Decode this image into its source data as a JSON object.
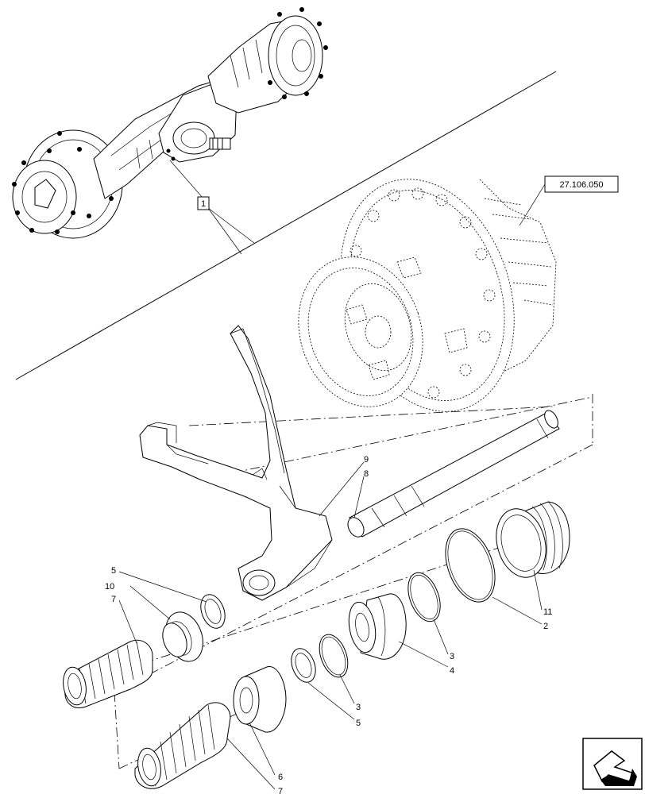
{
  "reference_box": {
    "text": "27.106.050"
  },
  "callouts": {
    "c1": "1",
    "c2": "2",
    "c3a": "3",
    "c3b": "3",
    "c4": "4",
    "c5a": "5",
    "c5b": "5",
    "c6": "6",
    "c7a": "7",
    "c7b": "7",
    "c8": "8",
    "c9": "9",
    "c10": "10",
    "c11": "11"
  },
  "nav": {
    "icon": "next-page-arrow-icon"
  }
}
